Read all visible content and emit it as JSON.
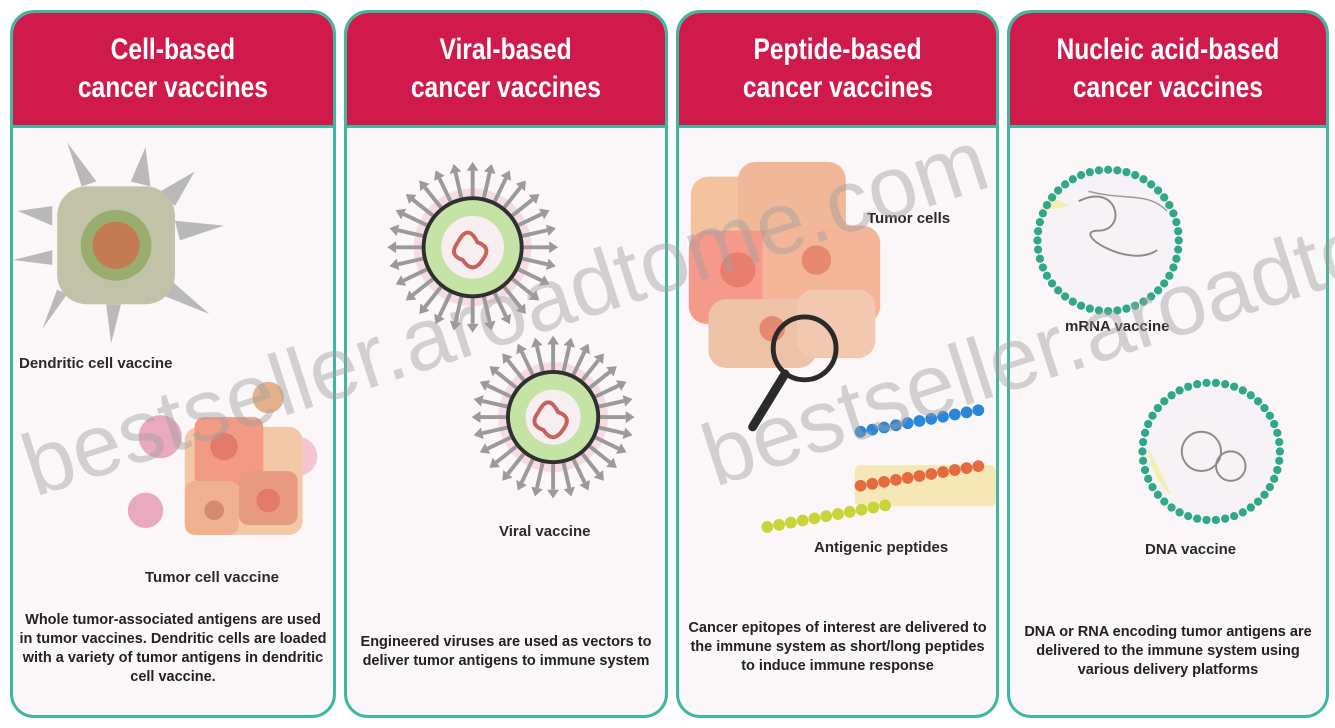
{
  "panels": [
    {
      "title_line1": "Cell-based",
      "title_line2": "cancer vaccines",
      "labels": [
        "Dendritic cell vaccine",
        "Tumor cell vaccine"
      ],
      "description": "Whole tumor-associated antigens are used in tumor vaccines. Dendritic cells are loaded with a variety of tumor antigens in dendritic cell vaccine."
    },
    {
      "title_line1": "Viral-based",
      "title_line2": "cancer vaccines",
      "labels": [
        "Viral vaccine"
      ],
      "description": "Engineered viruses are used as vectors to deliver tumor antigens to immune system"
    },
    {
      "title_line1": "Peptide-based",
      "title_line2": "cancer vaccines",
      "labels": [
        "Tumor cells",
        "Antigenic peptides"
      ],
      "description": "Cancer epitopes of interest are delivered to the immune system as short/long peptides to induce immune response"
    },
    {
      "title_line1": "Nucleic acid-based",
      "title_line2": "cancer vaccines",
      "labels": [
        "mRNA vaccine",
        "DNA vaccine"
      ],
      "description": "DNA or RNA encoding tumor antigens are delivered to the immune system using various delivery platforms"
    }
  ],
  "watermark": [
    "bestseller.aroadtome.com",
    "bestseller.aroadtome.com"
  ],
  "colors": {
    "header": "#d01a4c",
    "border": "#3fb8a0",
    "panel_bg": "#fbf6f7",
    "virus_spike": "#9a9a9a",
    "virus_fill": "#c6e3a6",
    "tumor": "#f0a58c",
    "dna_dots": "#2fa88a"
  }
}
